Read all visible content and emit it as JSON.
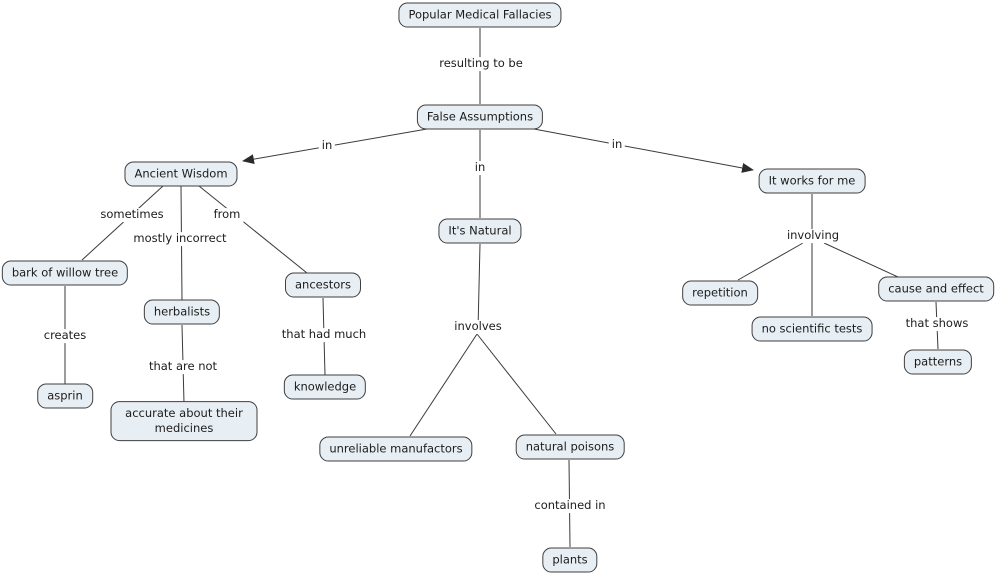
{
  "title": "Popular Medical Fallacies concept map",
  "colors": {
    "background": "#ffffff",
    "node_fill": "#e8eff4",
    "node_border": "#3f3f3f",
    "edge_line": "#3a3a3a",
    "text": "#1c1c1c"
  },
  "nodes": {
    "popular_medical_fallacies": {
      "label": "Popular Medical Fallacies"
    },
    "false_assumptions": {
      "label": "False Assumptions"
    },
    "ancient_wisdom": {
      "label": "Ancient Wisdom"
    },
    "bark_of_willow_tree": {
      "label": "bark of willow tree"
    },
    "asprin": {
      "label": "asprin"
    },
    "herbalists": {
      "label": "herbalists"
    },
    "accurate_about_their_medicines": {
      "label": "accurate about their medicines"
    },
    "ancestors": {
      "label": "ancestors"
    },
    "knowledge": {
      "label": "knowledge"
    },
    "its_natural": {
      "label": "It's Natural"
    },
    "unreliable_manufactors": {
      "label": "unreliable manufactors"
    },
    "natural_poisons": {
      "label": "natural poisons"
    },
    "plants": {
      "label": "plants"
    },
    "it_works_for_me": {
      "label": "It works for me"
    },
    "repetition": {
      "label": "repetition"
    },
    "no_scientific_tests": {
      "label": "no scientific tests"
    },
    "cause_and_effect": {
      "label": "cause and effect"
    },
    "patterns": {
      "label": "patterns"
    }
  },
  "edge_labels": {
    "resulting_to_be": "resulting to be",
    "in_left": "in",
    "in_middle": "in",
    "in_right": "in",
    "sometimes": "sometimes",
    "mostly_incorrect": "mostly incorrect",
    "from": "from",
    "creates": "creates",
    "that_are_not": "that are not",
    "that_had_much": "that had much",
    "involves": "involves",
    "contained_in": "contained in",
    "involving": "involving",
    "that_shows": "that shows"
  }
}
